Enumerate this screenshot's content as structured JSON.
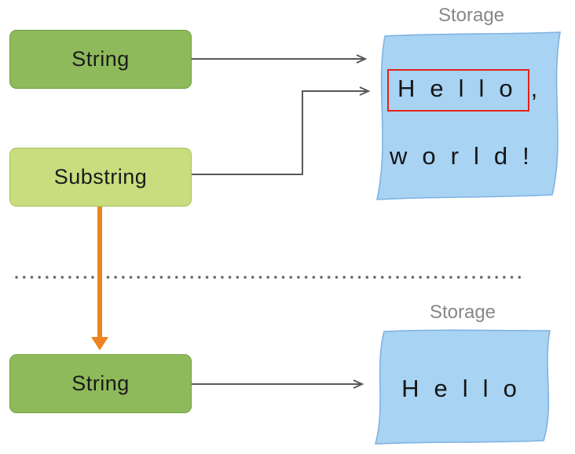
{
  "colors": {
    "string_fill": "#8eba5c",
    "string_border": "#6f9f3e",
    "substring_fill": "#c9dc7e",
    "substring_border": "#a5c45d",
    "storage_fill": "#a8d3f3",
    "storage_border": "#7fb3e3",
    "arrow_gray": "#58585a",
    "label_gray": "#86868b",
    "orange": "#ed841f",
    "red_highlight": "#e2231a",
    "dots": "#636366",
    "text_black": "#1b1b1b"
  },
  "top_section": {
    "string_box_label": "String",
    "substring_box_label": "Substring",
    "storage_label": "Storage",
    "storage_highlighted_text": "Hello",
    "storage_after_highlight": ",",
    "storage_line2": "world!"
  },
  "bottom_section": {
    "string_box_label": "String",
    "storage_label": "Storage",
    "storage_text": "Hello"
  }
}
